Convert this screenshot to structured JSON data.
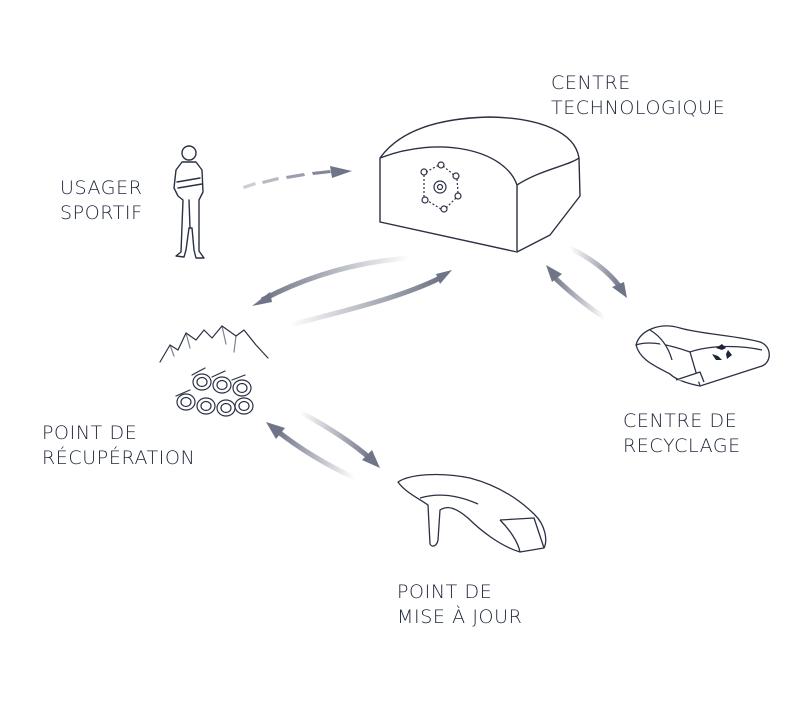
{
  "nodes": {
    "centre_technologique": {
      "lines": [
        "CENTRE",
        "TECHNOLOGIQUE"
      ]
    },
    "usager_sportif": {
      "lines": [
        "USAGER",
        "SPORTIF"
      ]
    },
    "point_recuperation": {
      "lines": [
        "POINT DE",
        "RÉCUPÉRATION"
      ]
    },
    "centre_recyclage": {
      "lines": [
        "CENTRE DE",
        "RECYCLAGE"
      ]
    },
    "point_mise_a_jour": {
      "lines": [
        "POINT DE",
        "MISE À JOUR"
      ]
    }
  },
  "colors": {
    "line": "#2a3143",
    "arrow": "#6f7487",
    "text": "#1c2438"
  }
}
